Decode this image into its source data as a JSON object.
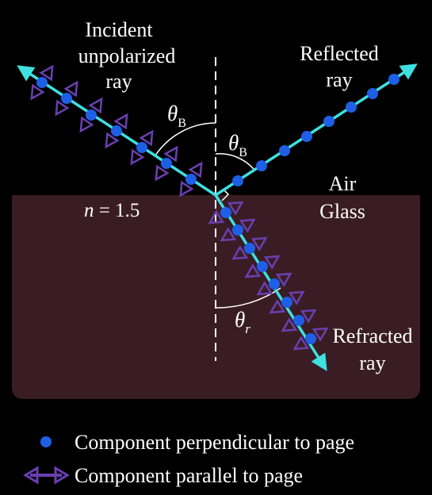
{
  "labels": {
    "incident_line1": "Incident",
    "incident_line2": "unpolarized",
    "incident_line3": "ray",
    "reflected_line1": "Reflected",
    "reflected_line2": "ray",
    "refracted_line1": "Refracted",
    "refracted_line2": "ray",
    "air": "Air",
    "glass": "Glass",
    "index_symbol": "n",
    "index_value": " = 1.5",
    "theta_b_symbol": "θ",
    "theta_b_sub": "B",
    "theta_r_symbol": "θ",
    "theta_r_sub": "r"
  },
  "legend": {
    "perpendicular": "Component perpendicular to page",
    "parallel": "Component parallel to page"
  },
  "colors": {
    "background": "#000000",
    "glass": "#3a1d24",
    "ray": "#3fe0e0",
    "dot": "#1f5fe6",
    "triangle": "#6a3fb0",
    "text": "#ffffff",
    "normal": "#ffffff"
  }
}
